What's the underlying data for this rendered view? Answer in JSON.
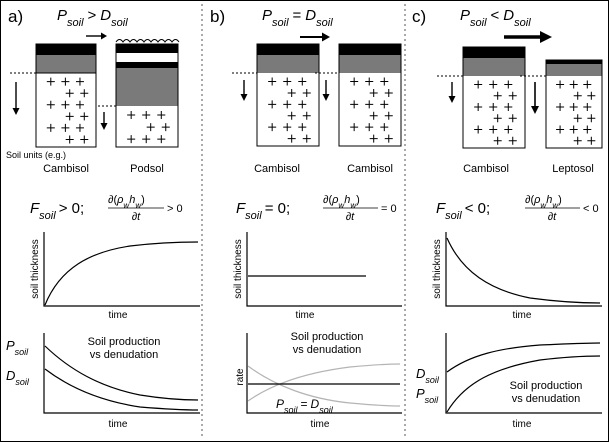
{
  "panels": [
    {
      "letter": "a)",
      "condition": {
        "left_term": "P",
        "left_sub": "soil",
        "relation": ">",
        "right_term": "D",
        "right_sub": "soil"
      },
      "soil_units_label": "Soil units (e.g.)",
      "left_profile": "Cambisol",
      "right_profile": "Podsol",
      "flux": {
        "term": "F",
        "sub": "soil",
        "rhs": "> 0;",
        "deriv_rhs": "> 0"
      },
      "thickness_chart": {
        "ylabel": "soil thickness",
        "xlabel": "time"
      },
      "rate_chart": {
        "xlabel": "time",
        "annotation_line1": "Soil production",
        "annotation_line2": "vs denudation",
        "label_top_term": "P",
        "label_top_sub": "soil",
        "label_bottom_term": "D",
        "label_bottom_sub": "soil"
      }
    },
    {
      "letter": "b)",
      "condition": {
        "left_term": "P",
        "left_sub": "soil",
        "relation": "=",
        "right_term": "D",
        "right_sub": "soil"
      },
      "left_profile": "Cambisol",
      "right_profile": "Cambisol",
      "flux": {
        "term": "F",
        "sub": "soil",
        "rhs": "= 0;",
        "deriv_rhs": "= 0"
      },
      "thickness_chart": {
        "ylabel": "soil thickness",
        "xlabel": "time"
      },
      "rate_chart": {
        "xlabel": "time",
        "ylabel": "rate",
        "annotation_line1": "Soil production",
        "annotation_line2": "vs denudation",
        "equal_label": {
          "left_term": "P",
          "left_sub": "soil",
          "relation": "=",
          "right_term": "D",
          "right_sub": "soil"
        }
      }
    },
    {
      "letter": "c)",
      "condition": {
        "left_term": "P",
        "left_sub": "soil",
        "relation": "<",
        "right_term": "D",
        "right_sub": "soil"
      },
      "left_profile": "Cambisol",
      "right_profile": "Leptosol",
      "flux": {
        "term": "F",
        "sub": "soil",
        "rhs": "< 0;",
        "deriv_rhs": "< 0"
      },
      "thickness_chart": {
        "ylabel": "soil thickness",
        "xlabel": "time"
      },
      "rate_chart": {
        "xlabel": "time",
        "annotation_line1": "Soil production",
        "annotation_line2": "vs denudation",
        "label_top_term": "D",
        "label_top_sub": "soil",
        "label_bottom_term": "P",
        "label_bottom_sub": "soil"
      }
    }
  ],
  "derivative": {
    "partial": "∂",
    "open": "(",
    "rho": "ρ",
    "rho_sub": "w",
    "h": "h",
    "h_sub": "w",
    "close": ")",
    "denominator": "∂t"
  },
  "colors": {
    "ink": "#000000",
    "topsoil": "#000000",
    "subsoil": "#7a7a7a",
    "bedrock": "#ffffff",
    "bleached": "#ffffff",
    "grey_curve": "#b4b4b4",
    "divider": "#555555"
  }
}
